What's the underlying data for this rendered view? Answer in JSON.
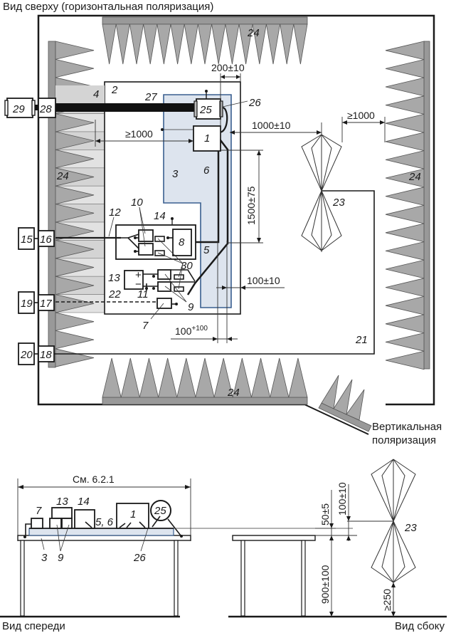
{
  "titles": {
    "top_view": "Вид сверху (горизонтальная поляризация)",
    "vertical_polarization_line1": "Вертикальная",
    "vertical_polarization_line2": "поляризация",
    "front_view": "Вид спереди",
    "side_view": "Вид сбоку"
  },
  "top_view": {
    "labels": {
      "eut": "1",
      "table": "2",
      "ground_plane": "3",
      "absorber_small": "4",
      "cable_5": "5",
      "cable_6": "6",
      "unit_7": "7",
      "unit_8": "8",
      "unit_9": "9",
      "unit_10": "10",
      "unit_11": "11",
      "cable_12": "12",
      "battery": "13",
      "unit_14": "14",
      "unit_15": "15",
      "feedthrough_16": "16",
      "feedthrough_17": "17",
      "feedthrough_18": "18",
      "unit_19": "19",
      "unit_20": "20",
      "chamber_21": "21",
      "line_22": "22",
      "antenna": "23",
      "absorber_top": "24",
      "absorber_left": "24",
      "absorber_right": "24",
      "absorber_bottom": "24",
      "motor_25": "25",
      "coupling_26": "26",
      "shaft_27": "27",
      "feedthrough_28": "28",
      "motor_29": "29",
      "units_30": "30",
      "battery_plus": "+",
      "battery_minus": "−"
    },
    "dimensions": {
      "d_200": "200±10",
      "d_1000_left": "≥1000",
      "d_1000_antenna": "1000±10",
      "d_1000_right": "≥1000",
      "d_1500": "1500±75",
      "d_100_10": "100±10",
      "d_100_base": "100",
      "d_100_sup": "+100"
    }
  },
  "front_view": {
    "dimension": "См. 6.2.1",
    "labels": {
      "unit_7": "7",
      "battery_13": "13",
      "unit_14": "14",
      "cables_5_6": "5, 6",
      "eut_1": "1",
      "motor_25": "25",
      "ground_3": "3",
      "unit_9": "9",
      "coupling_26": "26"
    }
  },
  "side_view": {
    "dimensions": {
      "d_50": "50±5",
      "d_100": "100±10",
      "d_900": "900±100",
      "d_250": "≥250"
    },
    "labels": {
      "antenna": "23"
    }
  }
}
